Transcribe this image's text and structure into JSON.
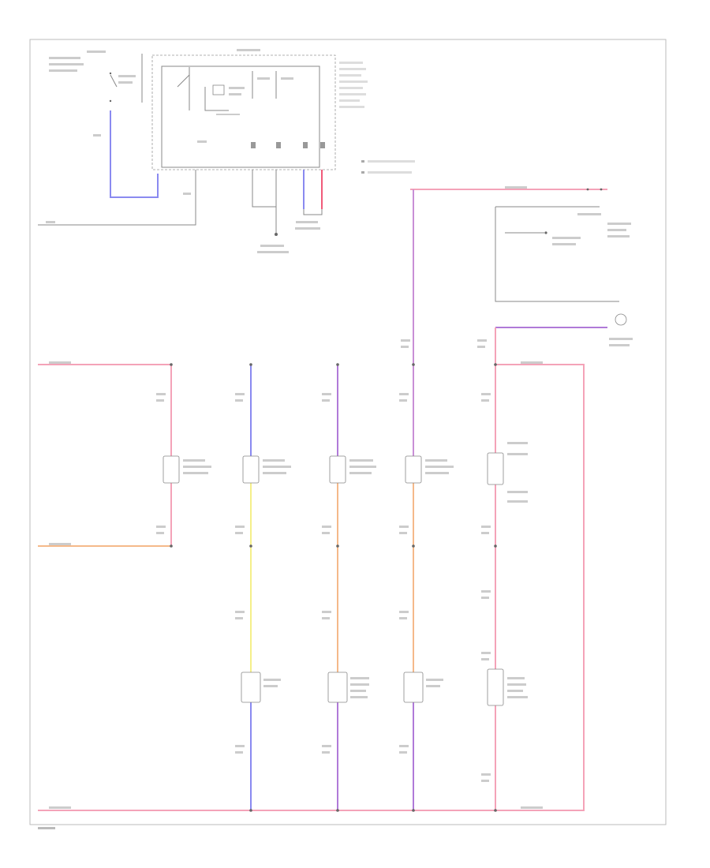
{
  "colors": {
    "pink": "#f4a3b8",
    "blue": "#8a8af0",
    "violet": "#b07ad8",
    "yellow": "#f5ef8a",
    "orange": "#f5b98a",
    "red": "#f05b7a",
    "gray": "#888888"
  },
  "labels": {
    "top_left_note": "",
    "fuse_box": "",
    "legend_a": "",
    "legend_b": "",
    "footer": ""
  },
  "components": [
    {
      "id": "switch-1",
      "label": ""
    },
    {
      "id": "switch-2",
      "label": ""
    },
    {
      "id": "switch-3",
      "label": ""
    },
    {
      "id": "switch-4",
      "label": ""
    },
    {
      "id": "switch-5",
      "label": ""
    },
    {
      "id": "lower-1",
      "label": ""
    },
    {
      "id": "lower-2",
      "label": ""
    },
    {
      "id": "lower-3",
      "label": ""
    },
    {
      "id": "lower-4",
      "label": ""
    }
  ]
}
